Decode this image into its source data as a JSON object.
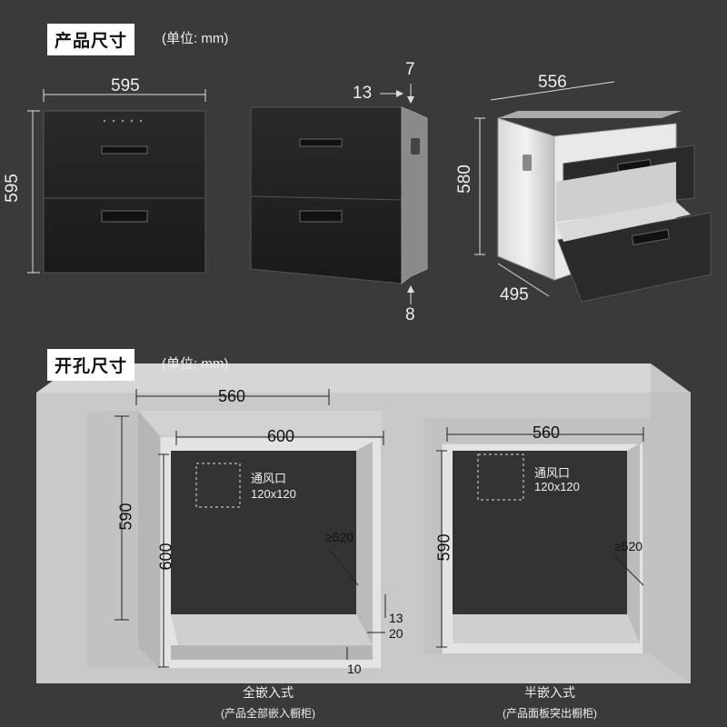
{
  "product_dimensions": {
    "title": "产品尺寸",
    "unit": "(单位: mm)",
    "front_width": "595",
    "front_height": "595",
    "side_panel_offset": "13",
    "side_top": "7",
    "side_bottom": "8",
    "iso_width": "556",
    "iso_height": "580",
    "iso_depth": "495"
  },
  "cutout_dimensions": {
    "title": "开孔尺寸",
    "unit": "(单位: mm)",
    "full_embed": {
      "top_outer_width": "560",
      "inner_width": "600",
      "outer_height": "590",
      "inner_height": "600",
      "depth_min": "≥520",
      "vent_label": "通风口",
      "vent_size": "120x120",
      "gap_13": "13",
      "gap_20": "20",
      "gap_10": "10",
      "caption": "全嵌入式",
      "caption_sub": "(产品全部嵌入橱柜)"
    },
    "half_embed": {
      "top_width": "560",
      "height": "590",
      "depth_min": "≥520",
      "vent_label": "通风口",
      "vent_size": "120x120",
      "caption": "半嵌入式",
      "caption_sub": "(产品面板突出橱柜)"
    }
  }
}
